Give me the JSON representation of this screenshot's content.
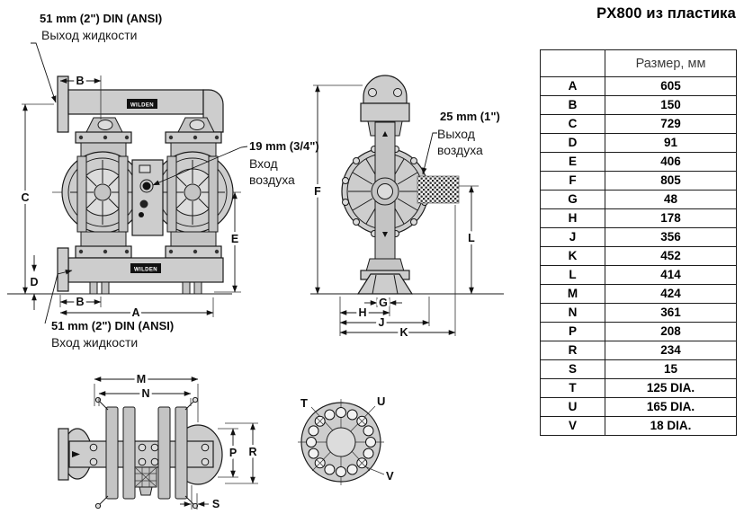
{
  "title": "PX800 из пластика",
  "brand": "WILDEN",
  "annotations": {
    "liquid_out": {
      "size": "51 mm (2\") DIN (ANSI)",
      "label": "Выход жидкости"
    },
    "air_in": {
      "size": "19 mm (3/4\")",
      "line1": "Вход",
      "line2": "воздуха"
    },
    "air_out": {
      "size": "25 mm (1\")",
      "line1": "Выход",
      "line2": "воздуха"
    },
    "liquid_in": {
      "size": "51 mm (2\") DIN (ANSI)",
      "label": "Вход жидкости"
    }
  },
  "dims": {
    "A": "A",
    "B": "B",
    "C": "C",
    "D": "D",
    "E": "E",
    "F": "F",
    "G": "G",
    "H": "H",
    "J": "J",
    "K": "K",
    "L": "L",
    "M": "M",
    "N": "N",
    "P": "P",
    "R": "R",
    "S": "S",
    "T": "T",
    "U": "U",
    "V": "V"
  },
  "table": {
    "header": "Размер, мм",
    "rows": [
      {
        "label": "A",
        "value": "605"
      },
      {
        "label": "B",
        "value": "150"
      },
      {
        "label": "C",
        "value": "729"
      },
      {
        "label": "D",
        "value": "91"
      },
      {
        "label": "E",
        "value": "406"
      },
      {
        "label": "F",
        "value": "805"
      },
      {
        "label": "G",
        "value": "48"
      },
      {
        "label": "H",
        "value": "178"
      },
      {
        "label": "J",
        "value": "356"
      },
      {
        "label": "K",
        "value": "452"
      },
      {
        "label": "L",
        "value": "414"
      },
      {
        "label": "M",
        "value": "424"
      },
      {
        "label": "N",
        "value": "361"
      },
      {
        "label": "P",
        "value": "208"
      },
      {
        "label": "R",
        "value": "234"
      },
      {
        "label": "S",
        "value": "15"
      },
      {
        "label": "T",
        "value": "125 DIA."
      },
      {
        "label": "U",
        "value": "165 DIA."
      },
      {
        "label": "V",
        "value": "18 DIA."
      }
    ]
  },
  "colors": {
    "body_fill": "#cdcdcd",
    "line": "#1a1a1a",
    "background": "#ffffff"
  }
}
